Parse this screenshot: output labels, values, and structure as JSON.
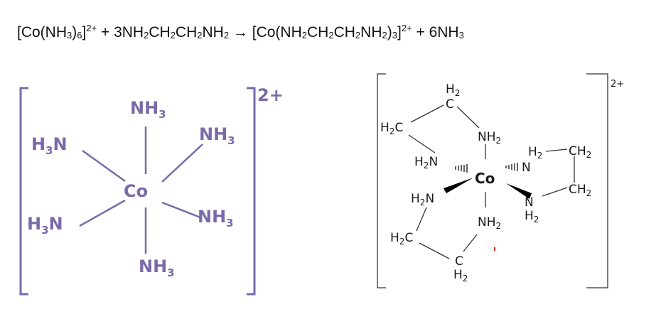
{
  "equation": {
    "parts": [
      {
        "t": "[Co(NH"
      },
      {
        "sub": "3"
      },
      {
        "t": ")"
      },
      {
        "sub": "6"
      },
      {
        "t": "]"
      },
      {
        "sup": "2+"
      },
      {
        "t": " + 3NH"
      },
      {
        "sub": "2"
      },
      {
        "t": "CH"
      },
      {
        "sub": "2"
      },
      {
        "t": "CH"
      },
      {
        "sub": "2"
      },
      {
        "t": "NH"
      },
      {
        "sub": "2"
      },
      {
        "t": " → [Co(NH"
      },
      {
        "sub": "2"
      },
      {
        "t": "CH"
      },
      {
        "sub": "2"
      },
      {
        "t": "CH"
      },
      {
        "sub": "2"
      },
      {
        "t": "NH"
      },
      {
        "sub": "2"
      },
      {
        "t": ")"
      },
      {
        "sub": "3"
      },
      {
        "t": "]"
      },
      {
        "sup": "2+"
      },
      {
        "t": " + 6NH"
      },
      {
        "sub": "3"
      }
    ]
  },
  "left_complex": {
    "center": "Co",
    "ligand_main": "NH",
    "ligand_sub": "3",
    "ligand_left_main": "N",
    "ligand_left_pre": "H",
    "charge": "2+",
    "color": "#7a6aa8"
  },
  "right_complex": {
    "center": "Co",
    "charge": "2+",
    "ch2": "CH",
    "h2c": "H",
    "h": "H",
    "two": "2",
    "c": "C",
    "n": "N",
    "nh": "NH"
  }
}
